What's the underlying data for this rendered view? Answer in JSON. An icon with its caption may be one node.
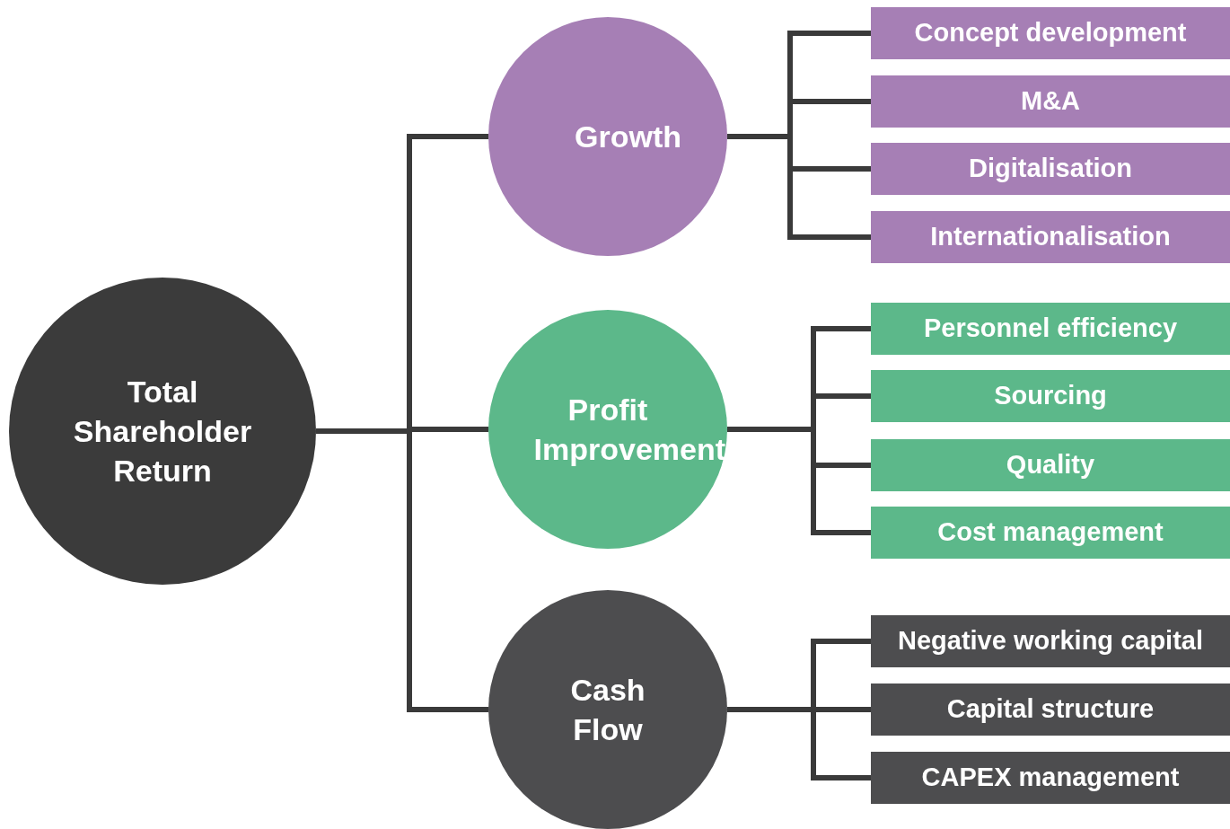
{
  "diagram": {
    "nodes": [
      {
        "text": [
          "Total Shareholder Return"
        ]
      },
      {
        "text": [
          "Growth"
        ]
      },
      {
        "text": [
          "Profit Improvement"
        ]
      },
      {
        "text": [
          "Cash Flow"
        ]
      },
      {
        "text": [
          "Concept development"
        ]
      },
      {
        "text": [
          "M&A"
        ]
      },
      {
        "text": [
          "Digitalisation"
        ]
      },
      {
        "text": [
          "Internationalisation"
        ]
      },
      {
        "text": [
          "Personnel efficiency"
        ]
      },
      {
        "text": [
          "Sourcing"
        ]
      },
      {
        "text": [
          "Quality"
        ]
      },
      {
        "text": [
          "Cost management"
        ]
      },
      {
        "text": [
          "Negative working capital"
        ]
      },
      {
        "text": [
          "Capital structure"
        ]
      },
      {
        "text": [
          "CAPEX management"
        ]
      }
    ],
    "edges": [
      {
        "from": 0,
        "to": 1,
        "arrow": "none"
      },
      {
        "from": 0,
        "to": 2,
        "arrow": "none"
      },
      {
        "from": 0,
        "to": 3,
        "arrow": "none"
      },
      {
        "from": 1,
        "to": 4,
        "arrow": "none"
      },
      {
        "from": 1,
        "to": 5,
        "arrow": "none"
      },
      {
        "from": 1,
        "to": 6,
        "arrow": "none"
      },
      {
        "from": 1,
        "to": 7,
        "arrow": "none"
      },
      {
        "from": 2,
        "to": 8,
        "arrow": "none"
      },
      {
        "from": 2,
        "to": 9,
        "arrow": "none"
      },
      {
        "from": 2,
        "to": 10,
        "arrow": "none"
      },
      {
        "from": 2,
        "to": 11,
        "arrow": "none"
      },
      {
        "from": 3,
        "to": 12,
        "arrow": "none"
      },
      {
        "from": 3,
        "to": 13,
        "arrow": "none"
      },
      {
        "from": 3,
        "to": 14,
        "arrow": "none"
      }
    ]
  }
}
